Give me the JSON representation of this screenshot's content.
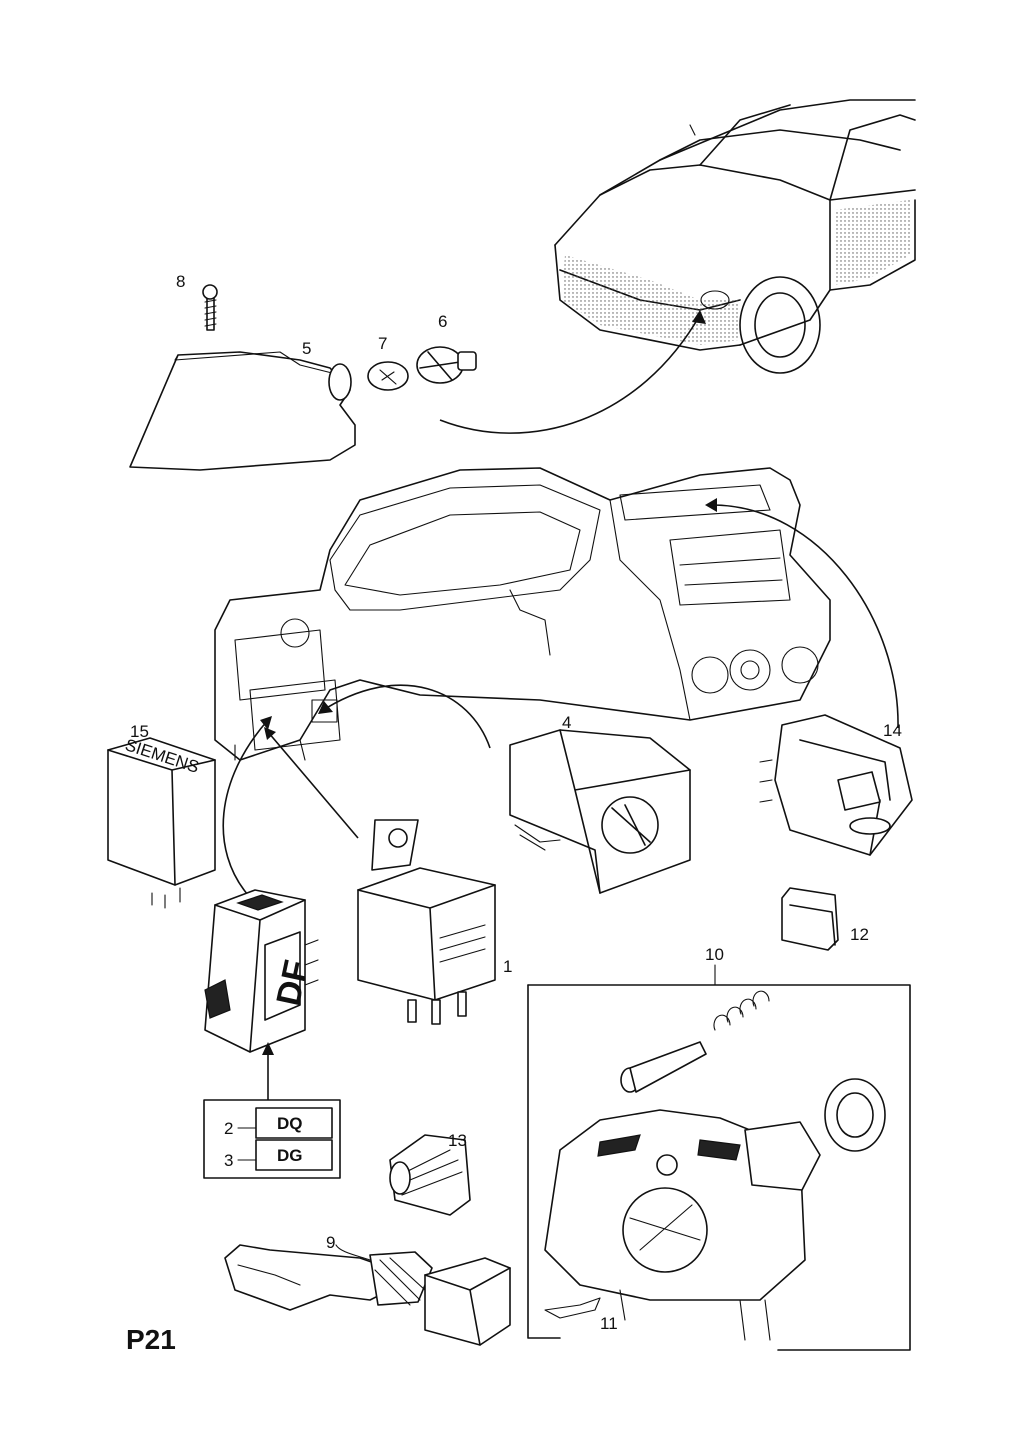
{
  "page_code": "P21",
  "part_labels": {
    "p1": "1",
    "p4": "4",
    "p5": "5",
    "p6": "6",
    "p7": "7",
    "p8": "8",
    "p9": "9",
    "p10": "10",
    "p11": "11",
    "p12": "12",
    "p13": "13",
    "p14": "14",
    "p15": "15"
  },
  "switch_marking": "DF",
  "variant_table": [
    {
      "num": "2",
      "code": "DQ"
    },
    {
      "num": "3",
      "code": "DG"
    }
  ],
  "relay_15_marking": "SIEMENS",
  "colors": {
    "line": "#111111",
    "background": "#ffffff"
  }
}
